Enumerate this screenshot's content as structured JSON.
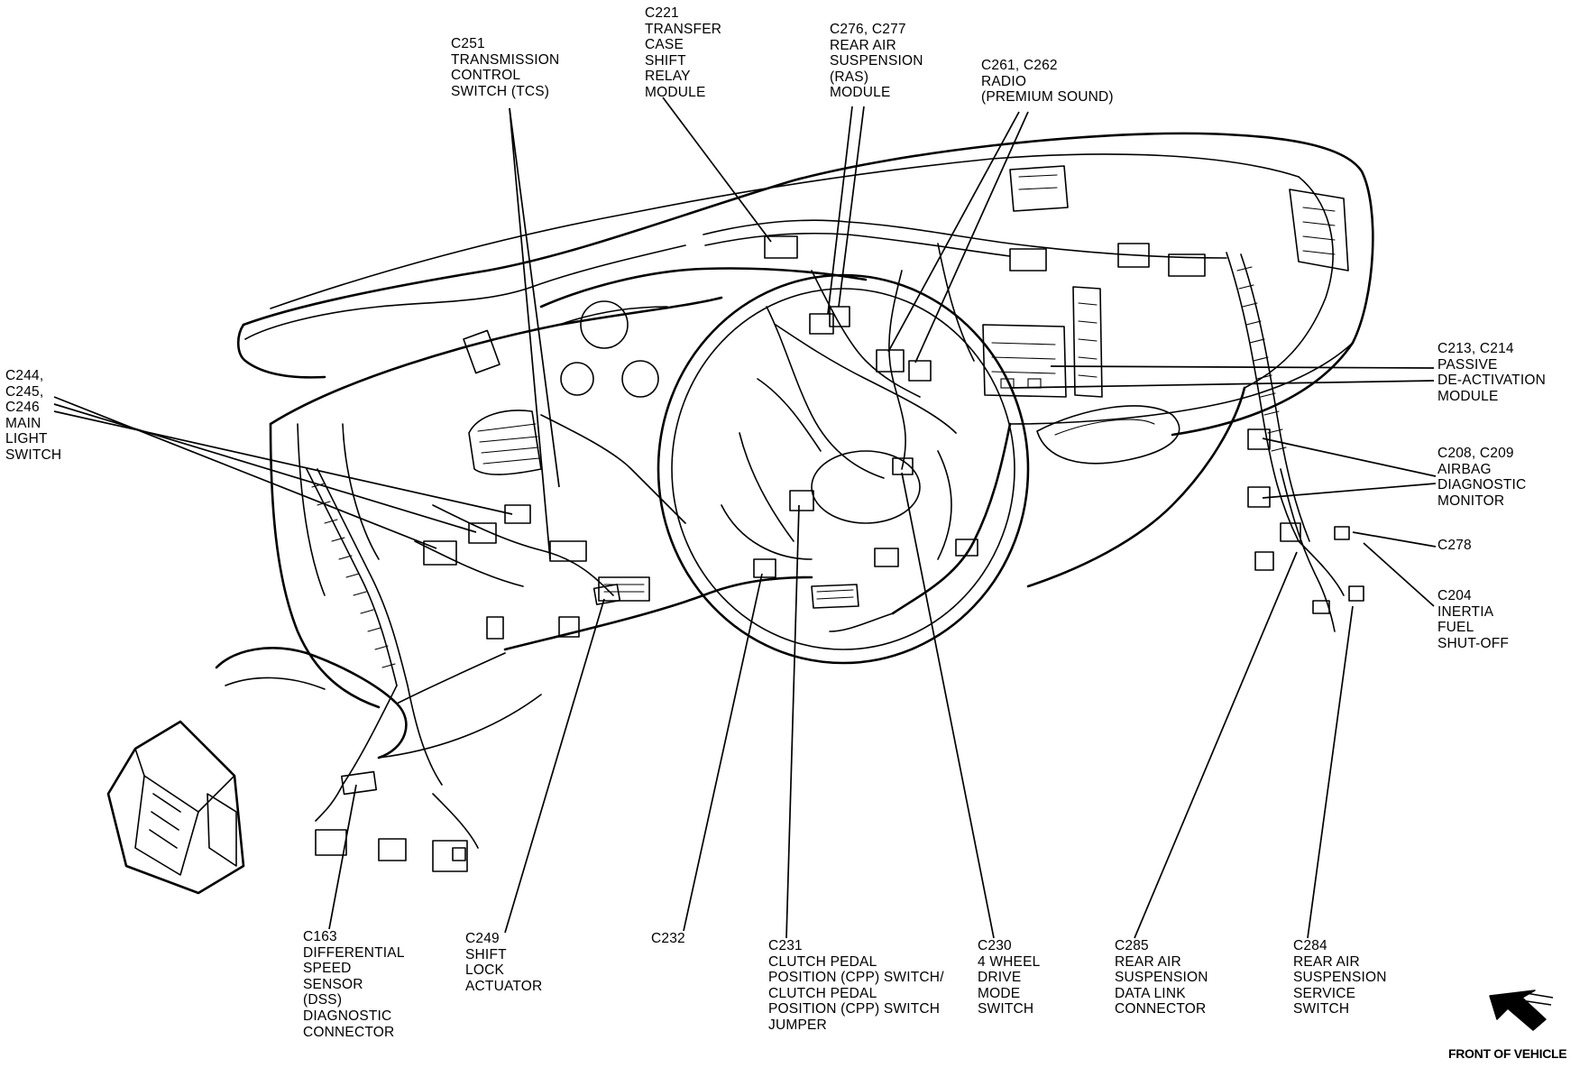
{
  "callouts": {
    "c251": [
      "C251",
      "TRANSMISSION",
      "CONTROL",
      "SWITCH (TCS)"
    ],
    "c221": [
      "C221",
      "TRANSFER",
      "CASE",
      "SHIFT",
      "RELAY",
      "MODULE"
    ],
    "c276": [
      "C276, C277",
      "REAR AIR",
      "SUSPENSION",
      "(RAS)",
      "MODULE"
    ],
    "c261": [
      "C261, C262",
      "RADIO",
      "(PREMIUM SOUND)"
    ],
    "c244": [
      "C244,",
      "C245,",
      "C246",
      "MAIN",
      "LIGHT",
      "SWITCH"
    ],
    "c213": [
      "C213, C214",
      "PASSIVE",
      "DE-ACTIVATION",
      "MODULE"
    ],
    "c208": [
      "C208, C209",
      "AIRBAG",
      "DIAGNOSTIC",
      "MONITOR"
    ],
    "c278": [
      "C278"
    ],
    "c204": [
      "C204",
      "INERTIA",
      "FUEL",
      "SHUT-OFF"
    ],
    "c163": [
      "C163",
      "DIFFERENTIAL",
      "SPEED",
      "SENSOR",
      "(DSS)",
      "DIAGNOSTIC",
      "CONNECTOR"
    ],
    "c249": [
      "C249",
      "SHIFT",
      "LOCK",
      "ACTUATOR"
    ],
    "c232": [
      "C232"
    ],
    "c231": [
      "C231",
      "CLUTCH PEDAL",
      "POSITION (CPP) SWITCH/",
      "CLUTCH PEDAL",
      "POSITION (CPP) SWITCH",
      "JUMPER"
    ],
    "c230": [
      "C230",
      "4 WHEEL",
      "DRIVE",
      "MODE",
      "SWITCH"
    ],
    "c285": [
      "C285",
      "REAR AIR",
      "SUSPENSION",
      "DATA LINK",
      "CONNECTOR"
    ],
    "c284": [
      "C284",
      "REAR AIR",
      "SUSPENSION",
      "SERVICE",
      "SWITCH"
    ]
  },
  "front_indicator": {
    "label": "FRONT OF VEHICLE",
    "icon": "arrow-icon"
  }
}
